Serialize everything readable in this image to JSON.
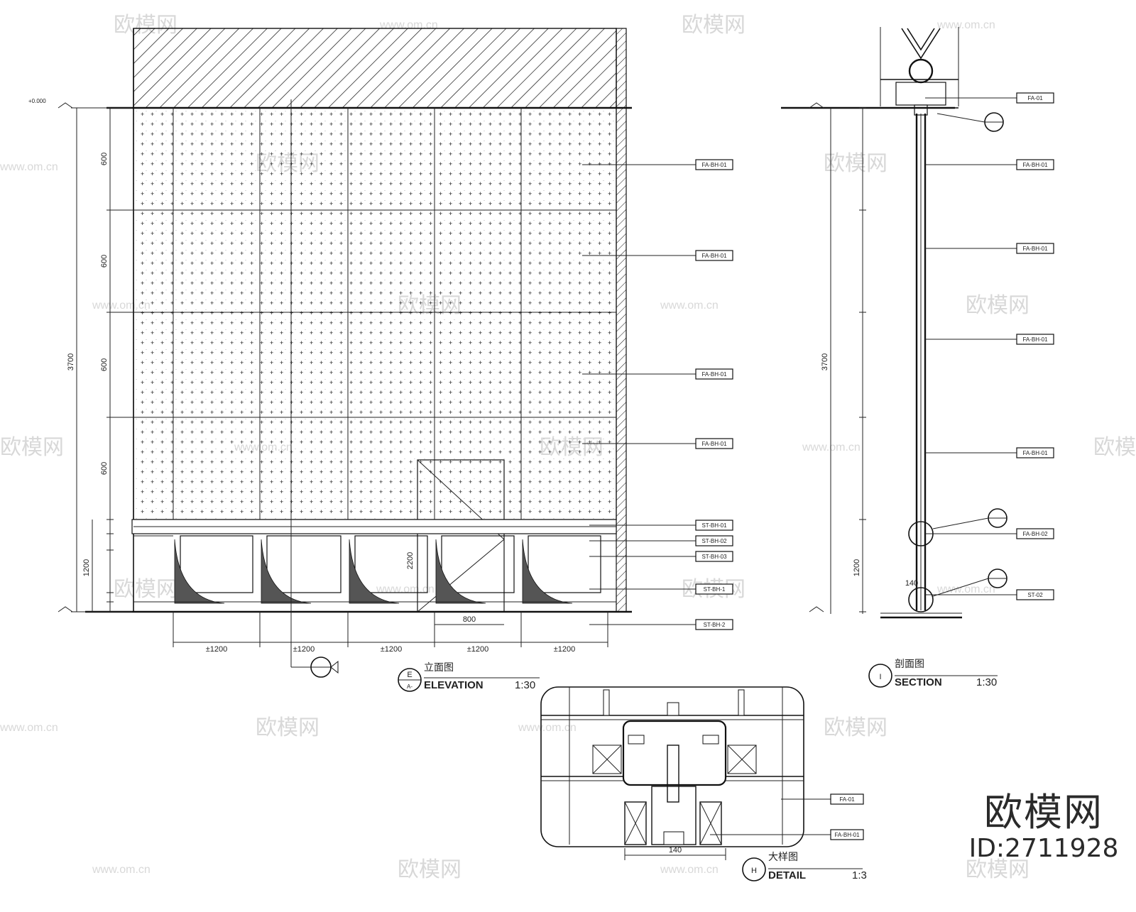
{
  "watermark": {
    "brand": "欧模网",
    "site": "www.om.cn"
  },
  "brand_badge": {
    "name": "欧模网",
    "id": "ID:2711928"
  },
  "elevation": {
    "code": "E",
    "ref": "A-",
    "title_cn": "立面图",
    "title_en": "ELEVATION",
    "scale": "1:30",
    "module_width": "±1200",
    "door_width": "800",
    "door_height": "2200",
    "total_height": "3700",
    "panel_height": "600",
    "dado_height": "1200",
    "tags": [
      "FA-BH-01",
      "FA-BH-01",
      "FA-BH-01",
      "FA-BH-01",
      "ST-BH-01",
      "ST-BH-02",
      "ST-BH-03",
      "ST-BH-1",
      "ST-BH-2"
    ]
  },
  "section": {
    "code": "I",
    "title_cn": "剖面图",
    "title_en": "SECTION",
    "scale": "1:30",
    "total_height": "3700",
    "dado_height": "1200",
    "base_width": "140",
    "tags": [
      "FA-01",
      "FA-BH-01",
      "FA-BH-01",
      "FA-BH-01",
      "FA-BH-01",
      "FA-BH-02",
      "ST-02"
    ]
  },
  "detail": {
    "code": "H",
    "title_cn": "大样图",
    "title_en": "DETAIL",
    "scale": "1:3",
    "width": "140",
    "tags": [
      "FA-01",
      "FA-BH-01"
    ]
  }
}
